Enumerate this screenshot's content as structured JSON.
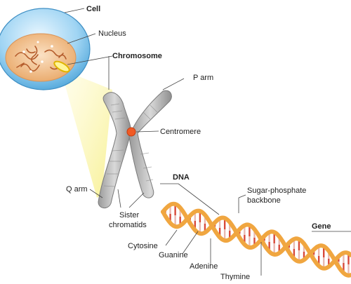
{
  "labels": {
    "cell": "Cell",
    "nucleus": "Nucleus",
    "chromosome": "Chromosome",
    "p_arm": "P arm",
    "centromere": "Centromere",
    "dna": "DNA",
    "sugar_phosphate_1": "Sugar-phosphate",
    "sugar_phosphate_2": "backbone",
    "q_arm": "Q arm",
    "sister_1": "Sister",
    "sister_2": "chromatids",
    "gene": "Gene",
    "cytosine": "Cytosine",
    "guanine": "Guanine",
    "adenine": "Adenine",
    "thymine": "Thymine"
  },
  "colors": {
    "cell_fill": "#bfe3f7",
    "nucleus_fill": "#f2c08a",
    "centromere": "#f15a24",
    "dna_backbone": "#f0a640",
    "projection": "#fbf6b4",
    "base_a": "#d8493a",
    "base_b": "#e9b9b2",
    "label_bold": "#111111"
  }
}
